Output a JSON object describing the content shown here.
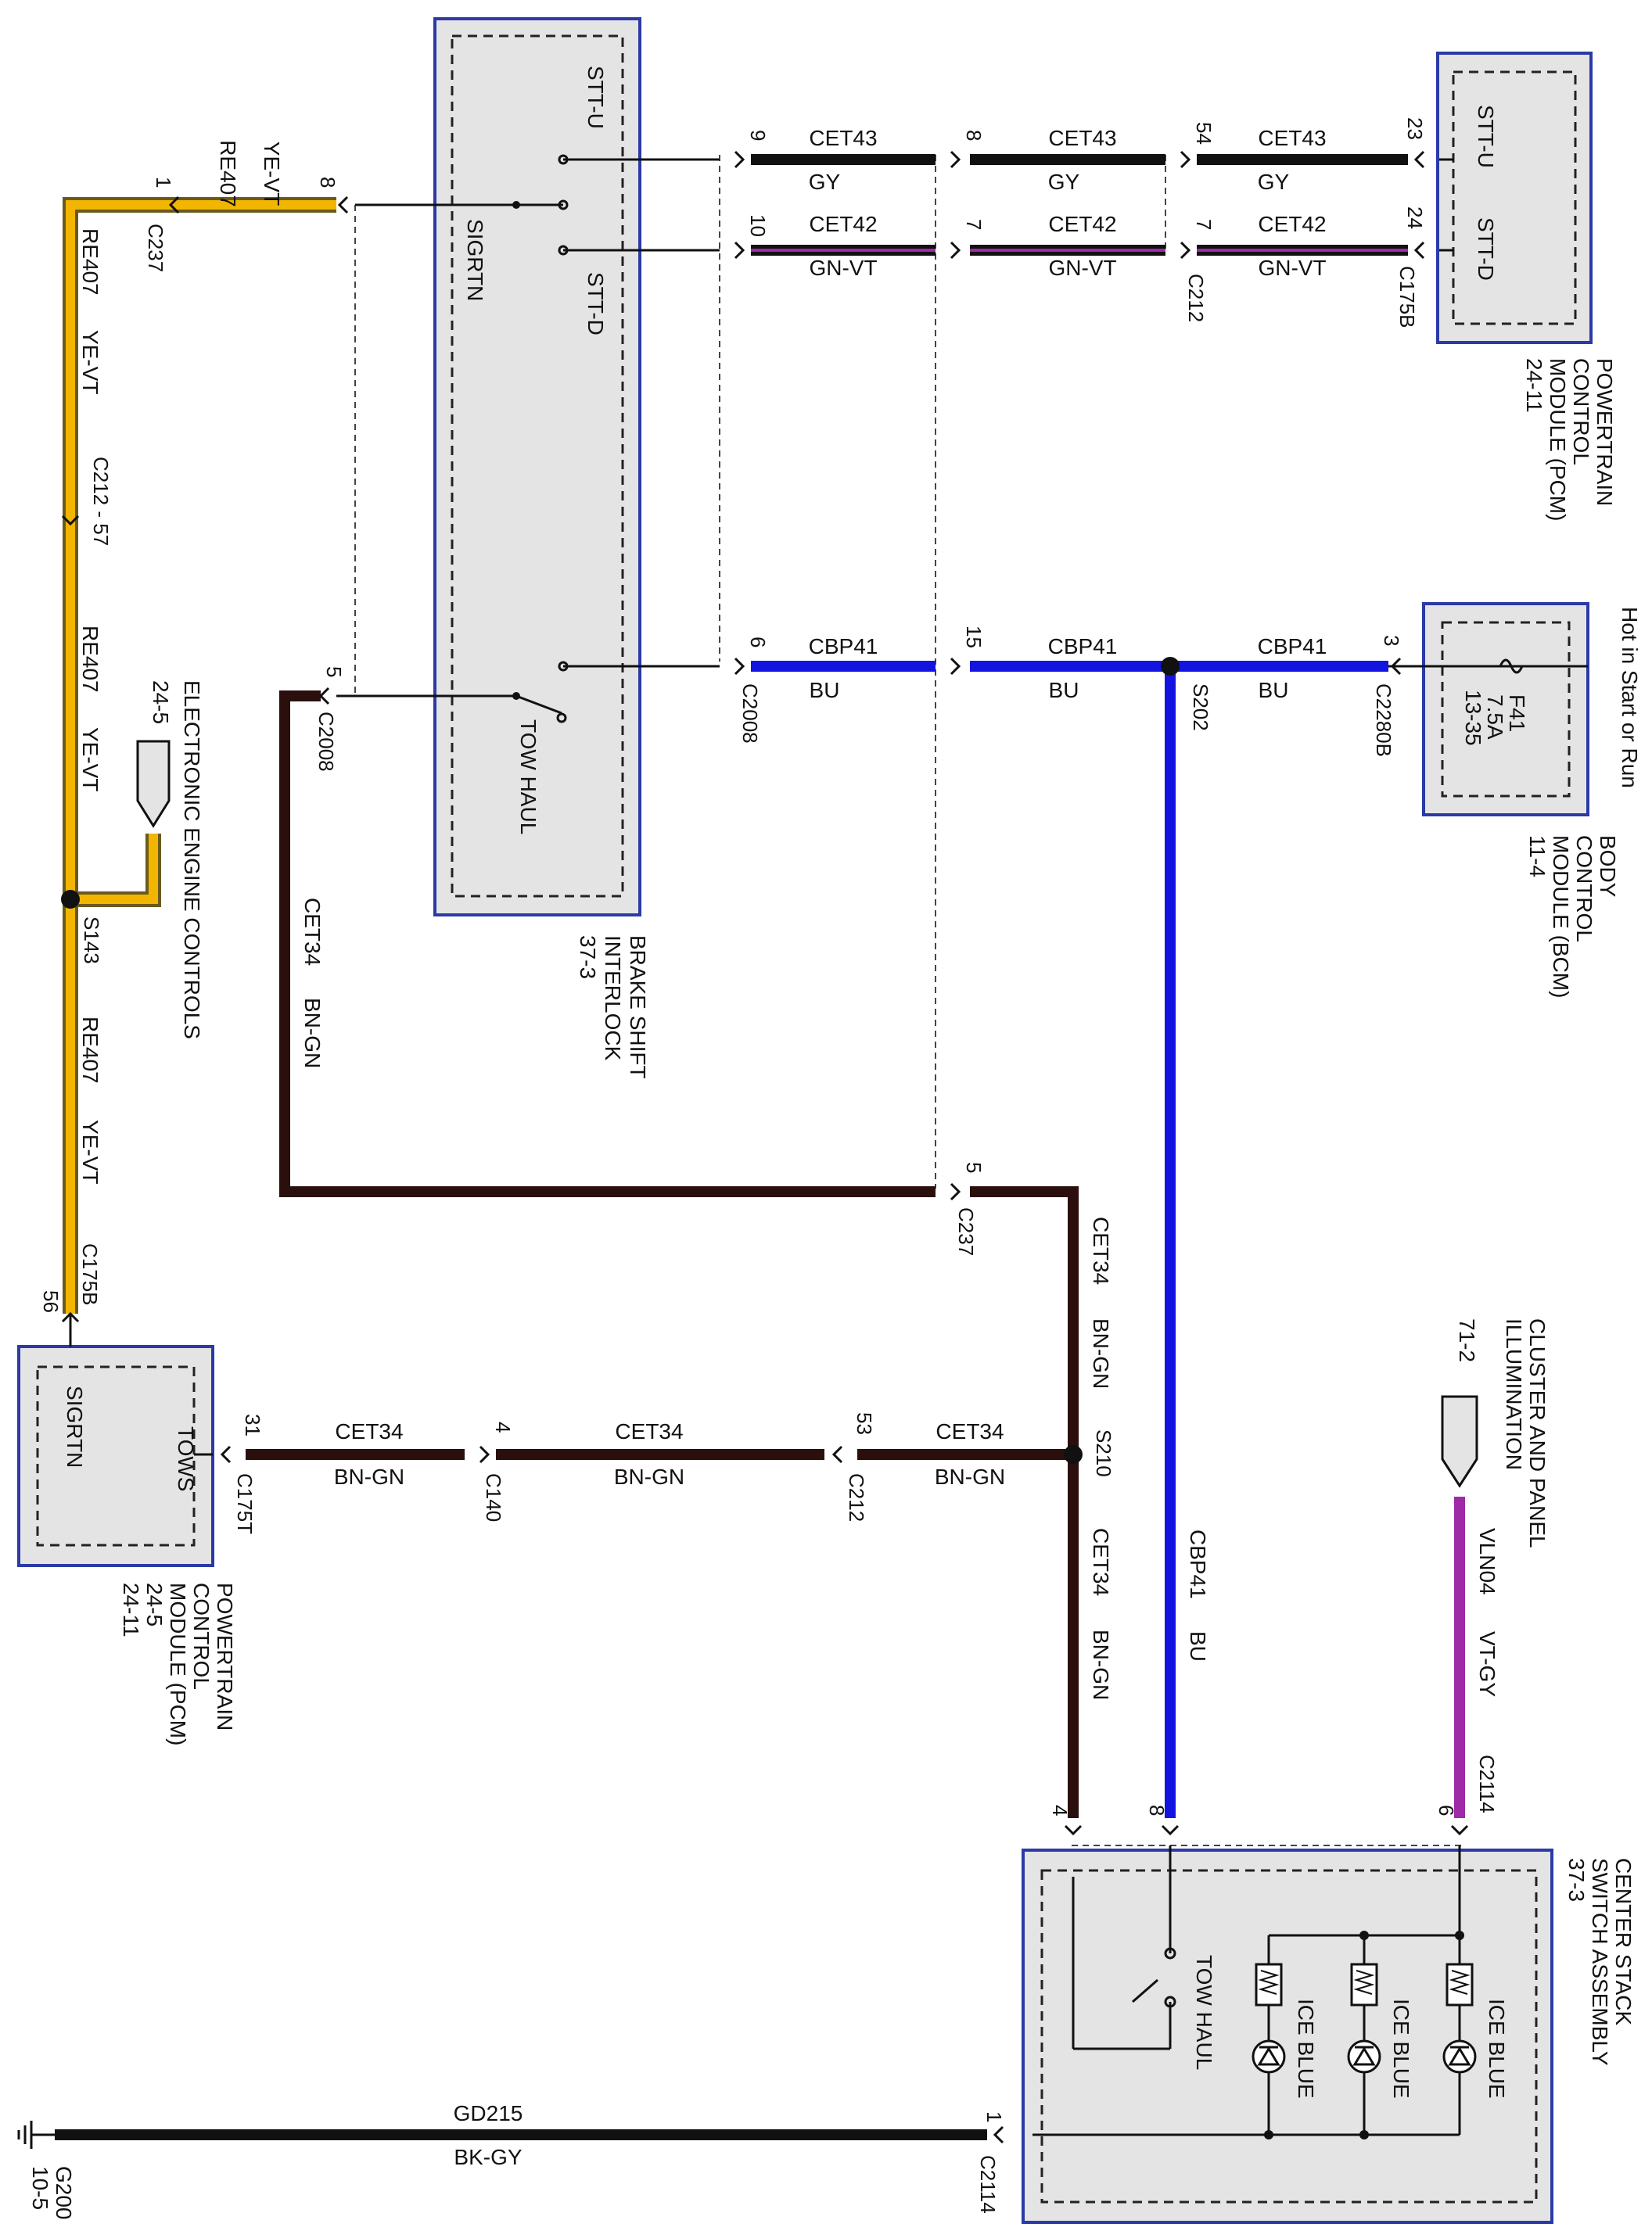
{
  "colors": {
    "bn_gn": "#2a0f0c",
    "black": "#111111",
    "blue": "#1414e0",
    "yellow": "#f2b500",
    "yellow_edge": "#6a5a20",
    "violet": "#9e2aa8",
    "box_border": "#2b3aa6",
    "box_fill": "#e4e4e4"
  },
  "modules": {
    "pcm_top": {
      "pins": [
        "STT-U",
        "STT-D"
      ],
      "title_lines": [
        "POWERTRAIN",
        "CONTROL",
        "MODULE (PCM)",
        "24-11"
      ]
    },
    "bcm": {
      "supply": "Hot in Start or Run",
      "fuse_lines": [
        "F41",
        "7.5A",
        "13-35"
      ],
      "title_lines": [
        "BODY",
        "CONTROL",
        "MODULE (BCM)",
        "11-4"
      ]
    },
    "brake_shift_interlock": {
      "pins": [
        "STT-U",
        "SIGRTN",
        "STT-D",
        "TOW HAUL"
      ],
      "title_lines": [
        "BRAKE SHIFT",
        "INTERLOCK",
        "37-3"
      ]
    },
    "pcm_bottom": {
      "pins": [
        "SIGRTN",
        "TOWS"
      ],
      "title_lines": [
        "POWERTRAIN",
        "CONTROL",
        "MODULE (PCM)",
        "24-5",
        "24-11"
      ]
    },
    "center_stack": {
      "items": [
        "ICE BLUE",
        "ICE BLUE",
        "ICE BLUE",
        "TOW HAUL"
      ],
      "title_lines": [
        "CENTER STACK",
        "SWITCH ASSEMBLY",
        "37-3"
      ]
    },
    "electronic_engine": {
      "lines": [
        "ELECTRONIC ENGINE CONTROLS",
        "24-5"
      ]
    },
    "cluster_illum": {
      "lines": [
        "CLUSTER AND PANEL",
        "ILLUMINATION",
        "71-2"
      ]
    },
    "ground": {
      "lines": [
        "G200",
        "10-5"
      ]
    }
  },
  "wires": {
    "re407": {
      "circuit": "RE407",
      "color": "YE-VT"
    },
    "cet43": {
      "circuit": "CET43",
      "color": "GY"
    },
    "cet42": {
      "circuit": "CET42",
      "color": "GN-VT"
    },
    "cbp41": {
      "circuit": "CBP41",
      "color": "BU"
    },
    "cet34": {
      "circuit": "CET34",
      "color": "BN-GN"
    },
    "vln04": {
      "circuit": "VLN04",
      "color": "VT-GY"
    },
    "gd215": {
      "circuit": "GD215",
      "color": "BK-GY"
    }
  },
  "connectors": {
    "c237": "C237",
    "c212_57": "C212 - 57",
    "s143": "S143",
    "c175b": "C175B",
    "c2008": "C2008",
    "c212": "C212",
    "c2280b": "C2280B",
    "s202": "S202",
    "c140": "C140",
    "c175t": "C175T",
    "s210": "S210",
    "c2114": "C2114"
  },
  "pins": {
    "p1": "1",
    "p8": "8",
    "p9": "9",
    "p54": "54",
    "p23": "23",
    "p10": "10",
    "p7": "7",
    "p24": "24",
    "p6": "6",
    "p15": "15",
    "p3": "3",
    "p5": "5",
    "p56": "56",
    "p31": "31",
    "p4": "4",
    "p53": "53"
  }
}
